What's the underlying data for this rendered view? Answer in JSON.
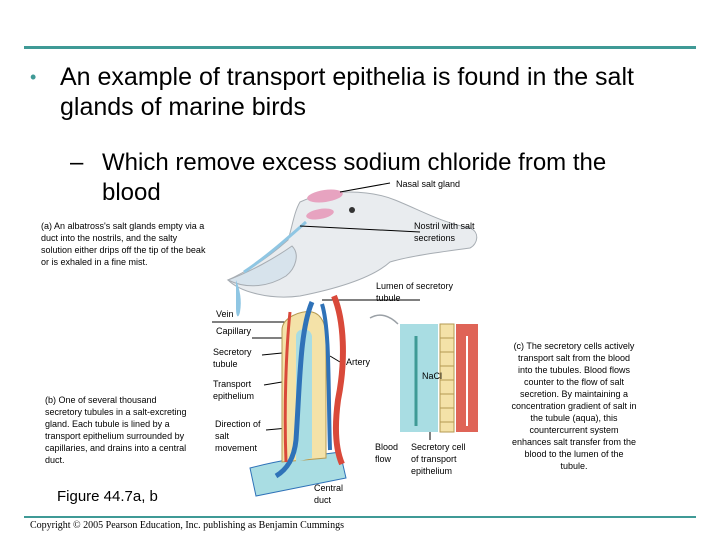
{
  "slide": {
    "bullet": "An example of transport epithelia is found in the salt glands of marine birds",
    "sub_bullet": "Which remove excess sodium chloride from the blood",
    "bullet_mark": "•",
    "sub_mark": "–"
  },
  "labels": {
    "nasal_salt_gland": "Nasal salt gland",
    "nostril": "Nostril with salt secretions",
    "caption_a": "(a) An albatross's salt glands empty via a duct into the nostrils, and the salty solution either drips off the tip of the beak or is exhaled in a fine mist.",
    "lumen": "Lumen of secretory tubule",
    "vein": "Vein",
    "capillary": "Capillary",
    "secretory_tubule": "Secretory tubule",
    "artery": "Artery",
    "nacl": "NaCl",
    "transport_epithelium": "Transport epithelium",
    "caption_b": "(b) One of several thousand secretory tubules in a salt-excreting gland. Each tubule is lined by a transport epithelium surrounded by capillaries, and drains into a central duct.",
    "direction": "Direction of salt movement",
    "blood_flow": "Blood flow",
    "secretory_cell": "Secretory cell of transport epithelium",
    "central_duct": "Central duct",
    "caption_c": "(c) The secretory cells actively transport salt from the blood into the tubules. Blood flows counter to the flow of salt secretion. By maintaining a concentration gradient of salt in the tubule (aqua), this countercurrent system enhances salt transfer from the blood to the lumen of the tubule."
  },
  "figure_ref": "Figure 44.7a, b",
  "copyright": "Copyright © 2005 Pearson Education, Inc. publishing as Benjamin Cummings",
  "colors": {
    "accent": "#3f9a96",
    "artery": "#d9493a",
    "vein": "#2f72b8",
    "tubule": "#f4e2a8",
    "lumen": "#a9dde3",
    "gland": "#e7a3c0"
  }
}
